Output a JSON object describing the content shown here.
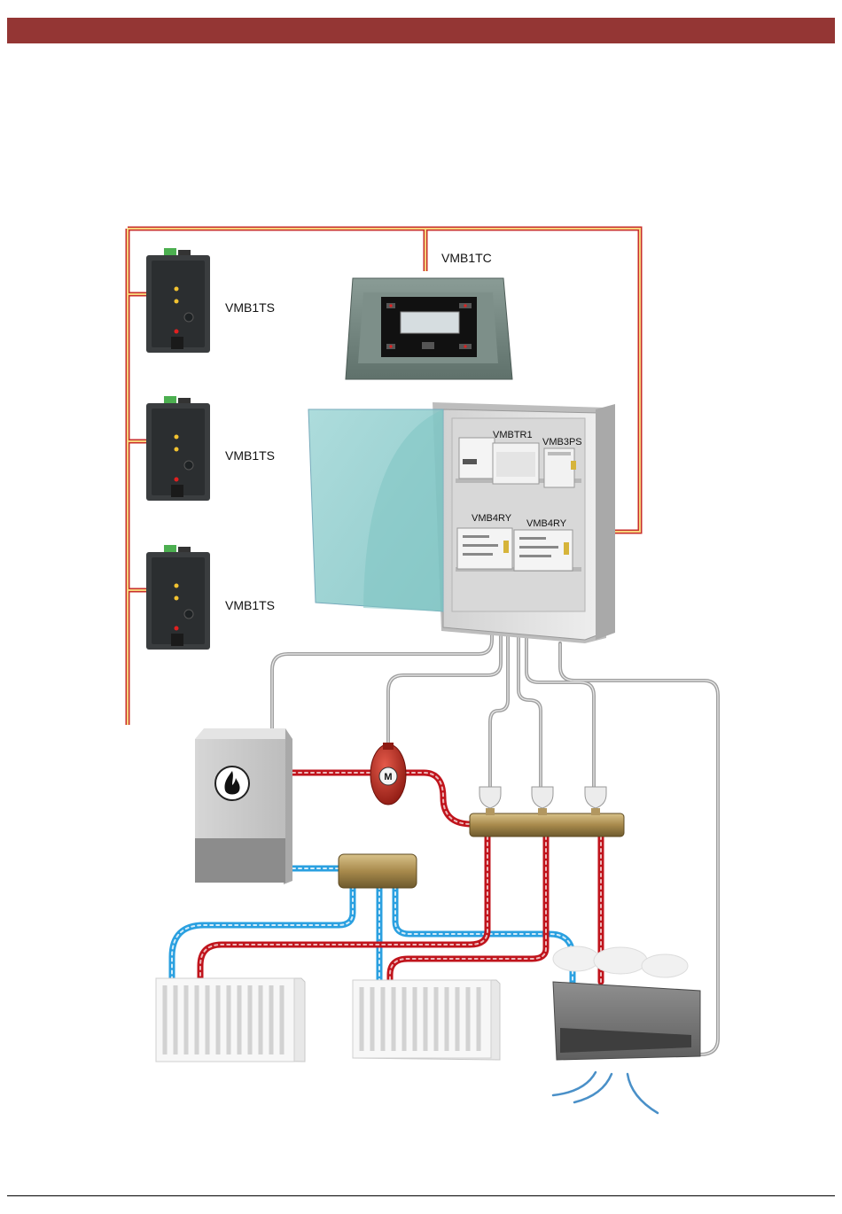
{
  "labels": {
    "thermostat": "VMB1TC",
    "sensor_1": "VMB1TS",
    "sensor_2": "VMB1TS",
    "sensor_3": "VMB1TS",
    "transformer": "VMBTR1",
    "power_supply": "VMB3PS",
    "relay_1": "VMB4RY",
    "relay_2": "VMB4RY",
    "motor_valve": "M"
  },
  "colors": {
    "header": "#943634",
    "hot_pipe": "#c0141c",
    "cold_pipe": "#2aa0e0",
    "bus_wire": "#a0a0a0",
    "wall_frame": "#c8302c"
  },
  "icons": {
    "boiler": "flame-icon"
  }
}
